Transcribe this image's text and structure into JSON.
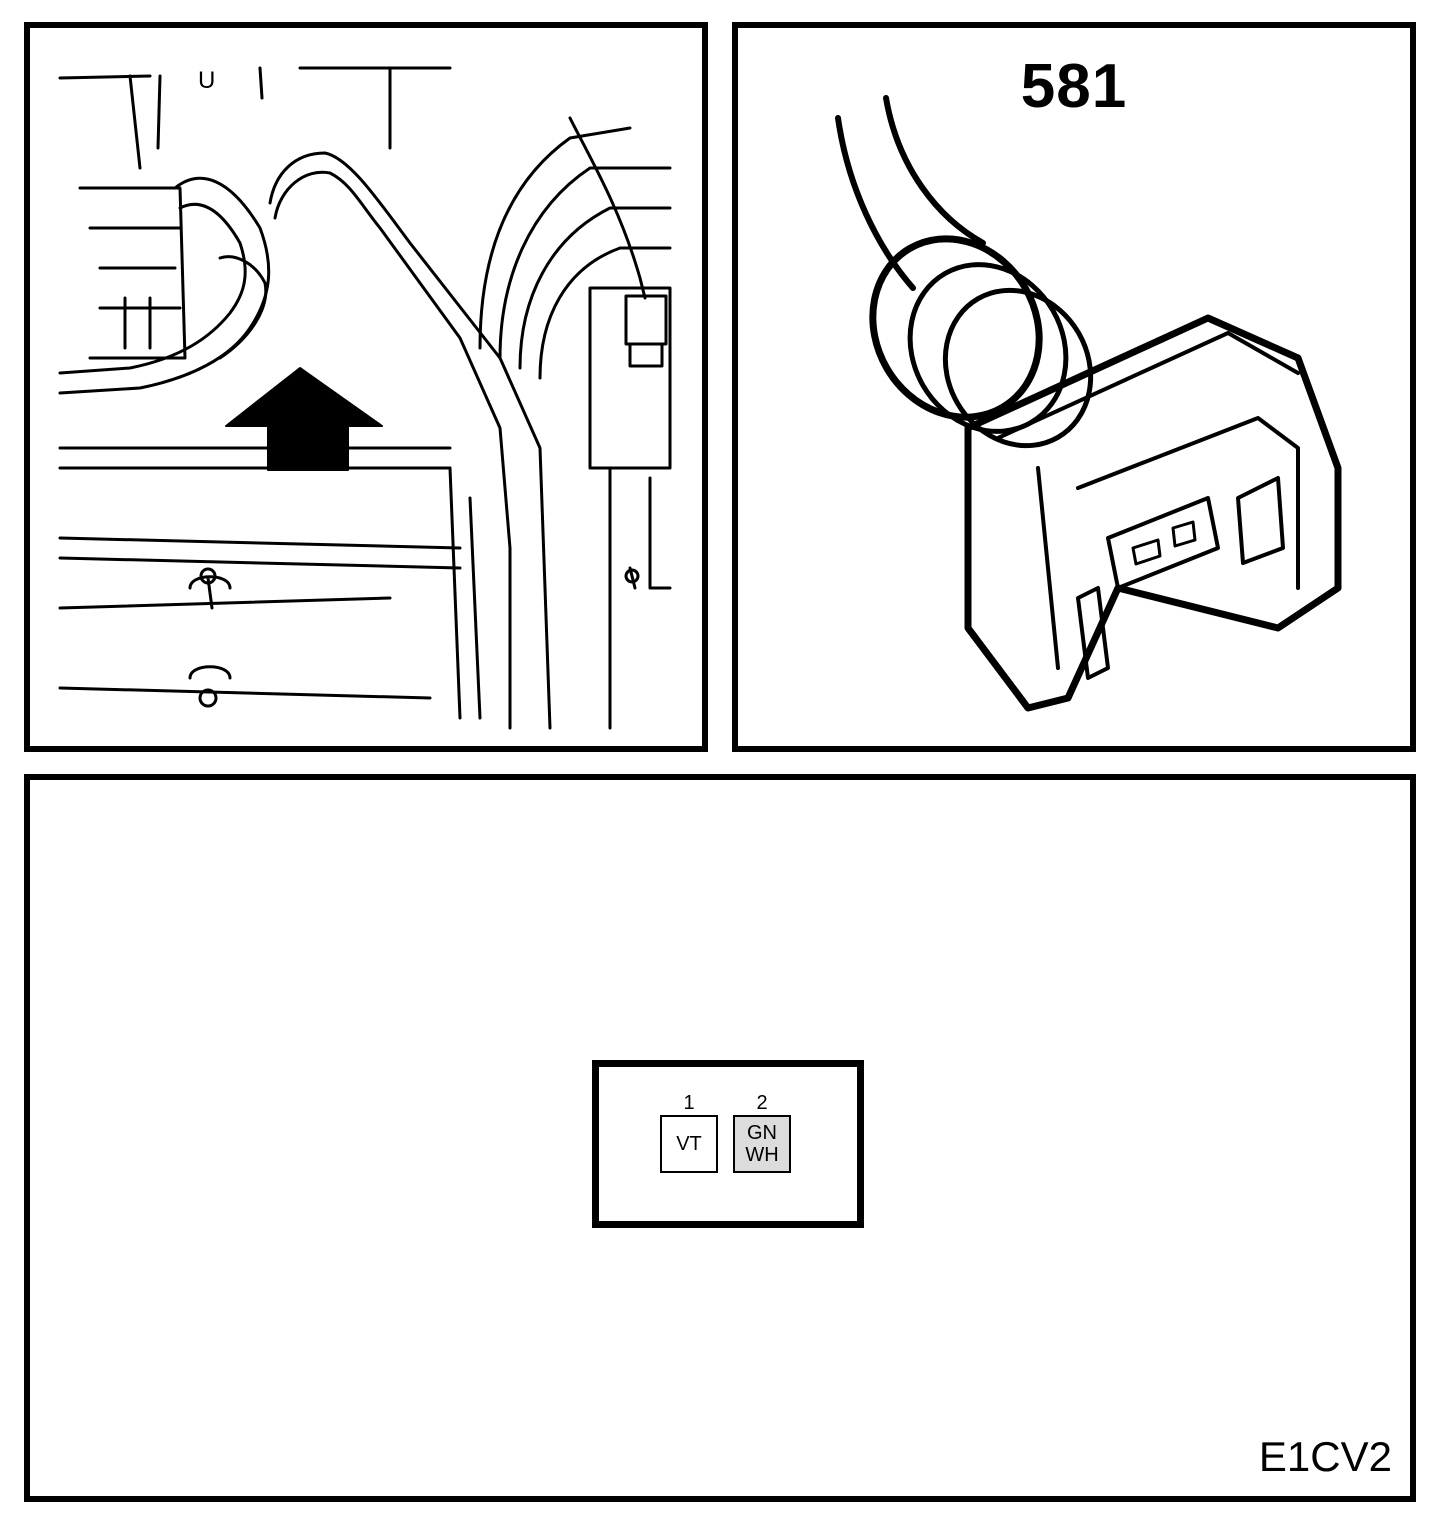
{
  "location_view": {
    "label": "U"
  },
  "connector_view": {
    "number": "581"
  },
  "pinout": {
    "pins": [
      {
        "number": "1",
        "lines": [
          "VT"
        ]
      },
      {
        "number": "2",
        "lines": [
          "GN",
          "WH"
        ]
      }
    ]
  },
  "figure_code": "E1CV2"
}
